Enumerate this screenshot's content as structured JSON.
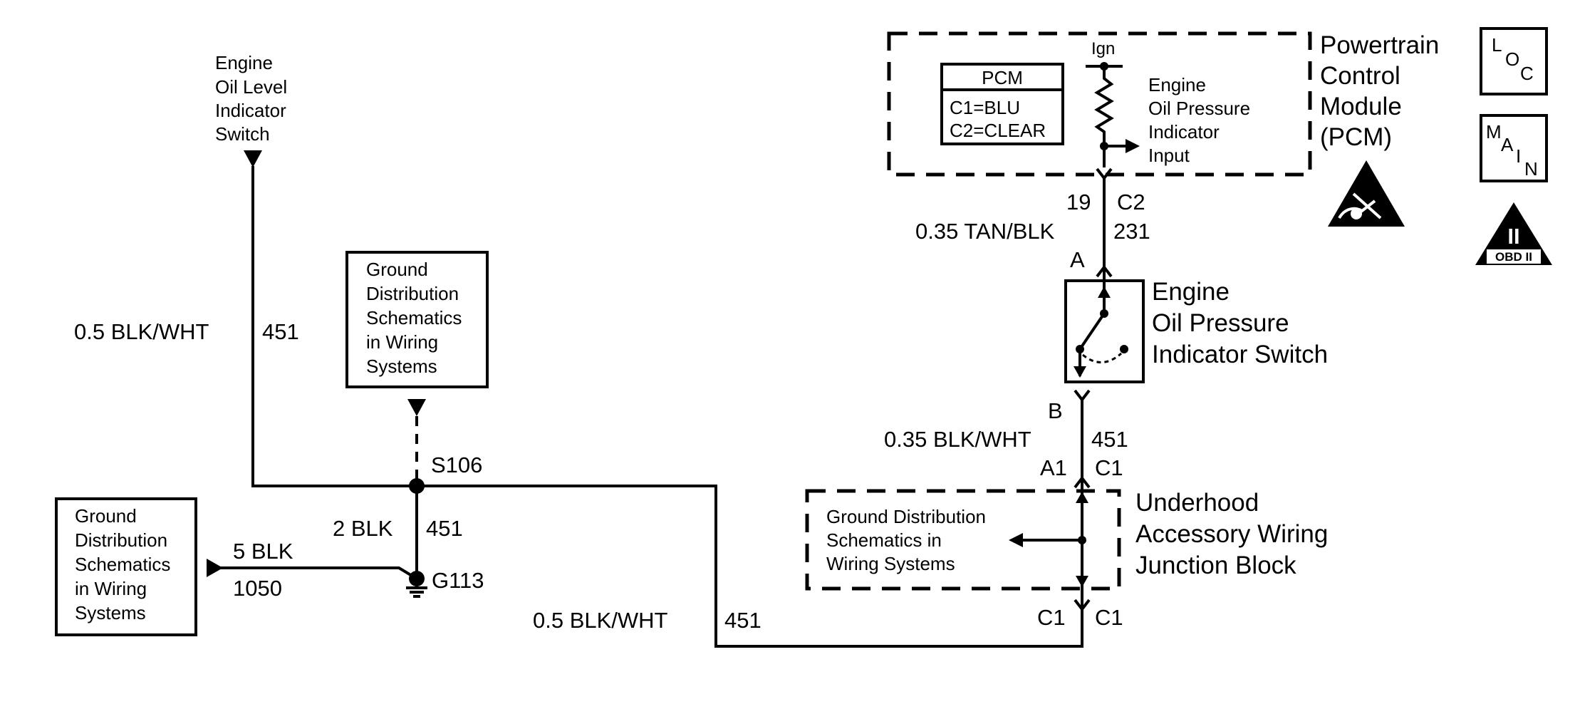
{
  "left_circuit": {
    "engine_oil_level_switch": [
      "Engine",
      "Oil Level",
      "Indicator",
      "Switch"
    ],
    "wire_upper": {
      "size_color": "0.5 BLK/WHT",
      "circuit": "451"
    },
    "ground_ref_top": [
      "Ground",
      "Distribution",
      "Schematics",
      "in Wiring",
      "Systems"
    ],
    "splice": "S106",
    "ground_wire": {
      "size_color": "2 BLK",
      "circuit": "451"
    },
    "ground": "G113",
    "ground_ref_left": [
      "Ground",
      "Distribution",
      "Schematics",
      "in Wiring",
      "Systems"
    ],
    "ground_wire_2": {
      "size_color": "5 BLK",
      "circuit": "1050"
    },
    "wire_bottom": {
      "size_color": "0.5 BLK/WHT",
      "circuit": "451"
    }
  },
  "pcm": {
    "box_title": "PCM",
    "connectors": [
      "C1=BLU",
      "C2=CLEAR"
    ],
    "ign": "Ign",
    "input_label": [
      "Engine",
      "Oil Pressure",
      "Indicator",
      "Input"
    ],
    "module_label": [
      "Powertrain",
      "Control",
      "Module",
      "(PCM)"
    ],
    "pin": "19",
    "connector": "C2"
  },
  "pcm_wire": {
    "size_color": "0.35 TAN/BLK",
    "circuit": "231",
    "switch_terminal": "A"
  },
  "oil_pressure_switch": {
    "label": [
      "Engine",
      "Oil Pressure",
      "Indicator Switch"
    ],
    "terminal_b": "B"
  },
  "switch_wire": {
    "size_color": "0.35 BLK/WHT",
    "circuit": "451",
    "pin": "A1",
    "connector": "C1"
  },
  "junction_block": {
    "label": [
      "Underhood",
      "Accessory Wiring",
      "Junction Block"
    ],
    "ground_ref": [
      "Ground Distribution",
      "Schematics in",
      "Wiring Systems"
    ],
    "bottom_connector_left": "C1",
    "bottom_connector_right": "C1"
  },
  "side_icons": {
    "loc": [
      "L",
      "O",
      "C"
    ],
    "main": [
      "M",
      "A",
      "I",
      "N"
    ],
    "obd_numeral": "II",
    "obd_text": "OBD II"
  }
}
